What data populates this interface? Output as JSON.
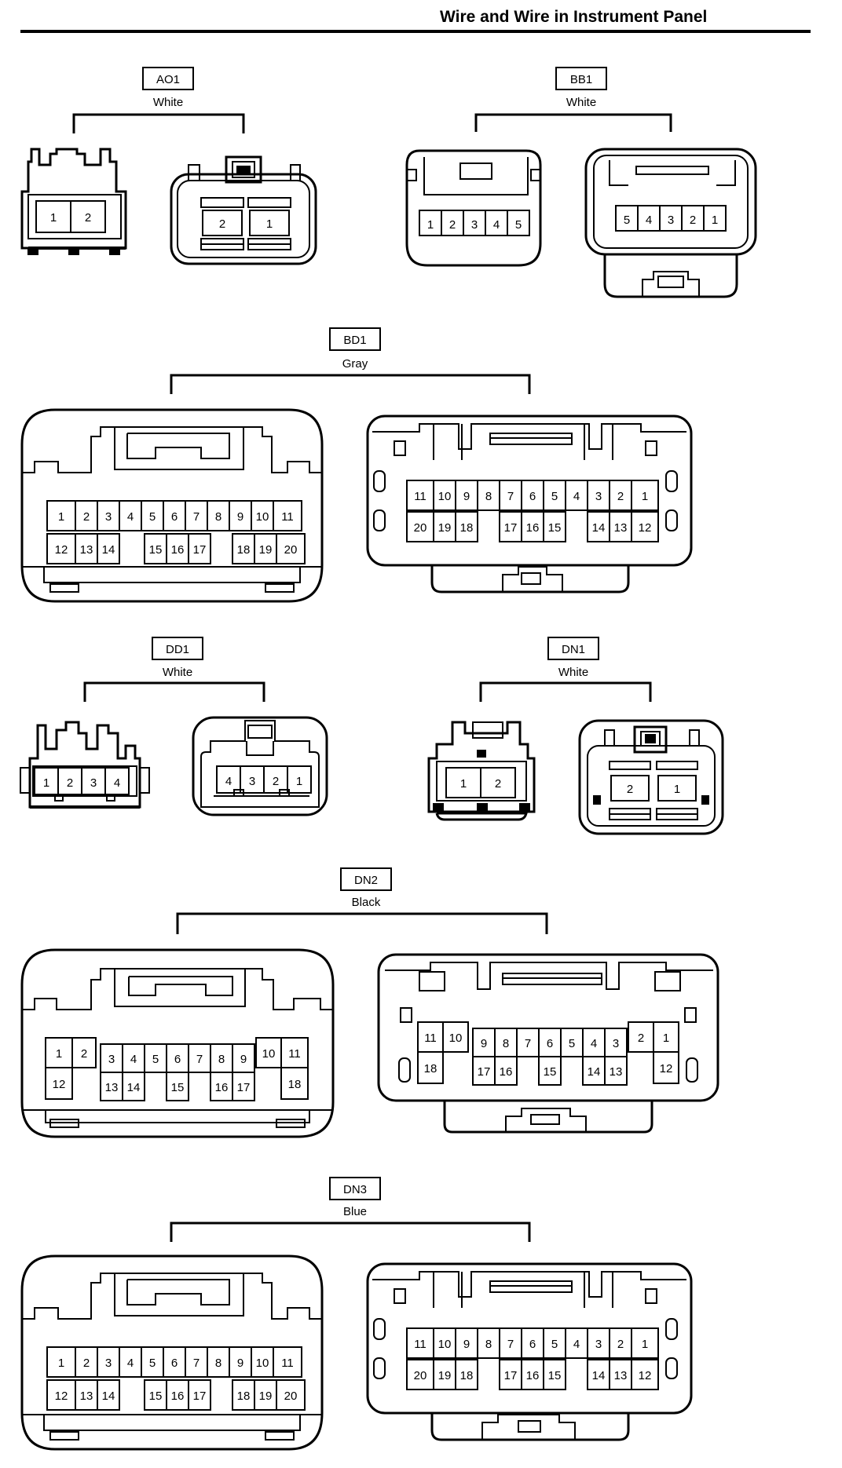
{
  "page_title": "Wire and Wire in Instrument Panel",
  "connectors": [
    {
      "code": "AO1",
      "color": "White",
      "left_pins": [
        "1",
        "2"
      ],
      "right_pins": [
        "2",
        "1"
      ]
    },
    {
      "code": "BB1",
      "color": "White",
      "left_pins": [
        "1",
        "2",
        "3",
        "4",
        "5"
      ],
      "right_pins": [
        "5",
        "4",
        "3",
        "2",
        "1"
      ]
    },
    {
      "code": "BD1",
      "color": "Gray",
      "left_top_pins": [
        "1",
        "2",
        "3",
        "4",
        "5",
        "6",
        "7",
        "8",
        "9",
        "10",
        "11"
      ],
      "left_bottom_pins": [
        "12",
        "13",
        "14",
        "15",
        "16",
        "17",
        "18",
        "19",
        "20"
      ],
      "right_top_pins": [
        "11",
        "10",
        "9",
        "8",
        "7",
        "6",
        "5",
        "4",
        "3",
        "2",
        "1"
      ],
      "right_bottom_pins": [
        "20",
        "19",
        "18",
        "17",
        "16",
        "15",
        "14",
        "13",
        "12"
      ]
    },
    {
      "code": "DD1",
      "color": "White",
      "left_pins": [
        "1",
        "2",
        "3",
        "4"
      ],
      "right_pins": [
        "4",
        "3",
        "2",
        "1"
      ]
    },
    {
      "code": "DN1",
      "color": "White",
      "left_pins": [
        "1",
        "2"
      ],
      "right_pins": [
        "2",
        "1"
      ]
    },
    {
      "code": "DN2",
      "color": "Black",
      "left_top_pins": [
        "1",
        "2",
        "3",
        "4",
        "5",
        "6",
        "7",
        "8",
        "9",
        "10",
        "11"
      ],
      "left_bottom_pins": [
        "12",
        "13",
        "14",
        "15",
        "16",
        "17",
        "18"
      ],
      "right_top_pins": [
        "11",
        "10",
        "9",
        "8",
        "7",
        "6",
        "5",
        "4",
        "3",
        "2",
        "1"
      ],
      "right_bottom_pins": [
        "18",
        "17",
        "16",
        "15",
        "14",
        "13",
        "12"
      ]
    },
    {
      "code": "DN3",
      "color": "Blue",
      "left_top_pins": [
        "1",
        "2",
        "3",
        "4",
        "5",
        "6",
        "7",
        "8",
        "9",
        "10",
        "11"
      ],
      "left_bottom_pins": [
        "12",
        "13",
        "14",
        "15",
        "16",
        "17",
        "18",
        "19",
        "20"
      ],
      "right_top_pins": [
        "11",
        "10",
        "9",
        "8",
        "7",
        "6",
        "5",
        "4",
        "3",
        "2",
        "1"
      ],
      "right_bottom_pins": [
        "20",
        "19",
        "18",
        "17",
        "16",
        "15",
        "14",
        "13",
        "12"
      ]
    }
  ]
}
